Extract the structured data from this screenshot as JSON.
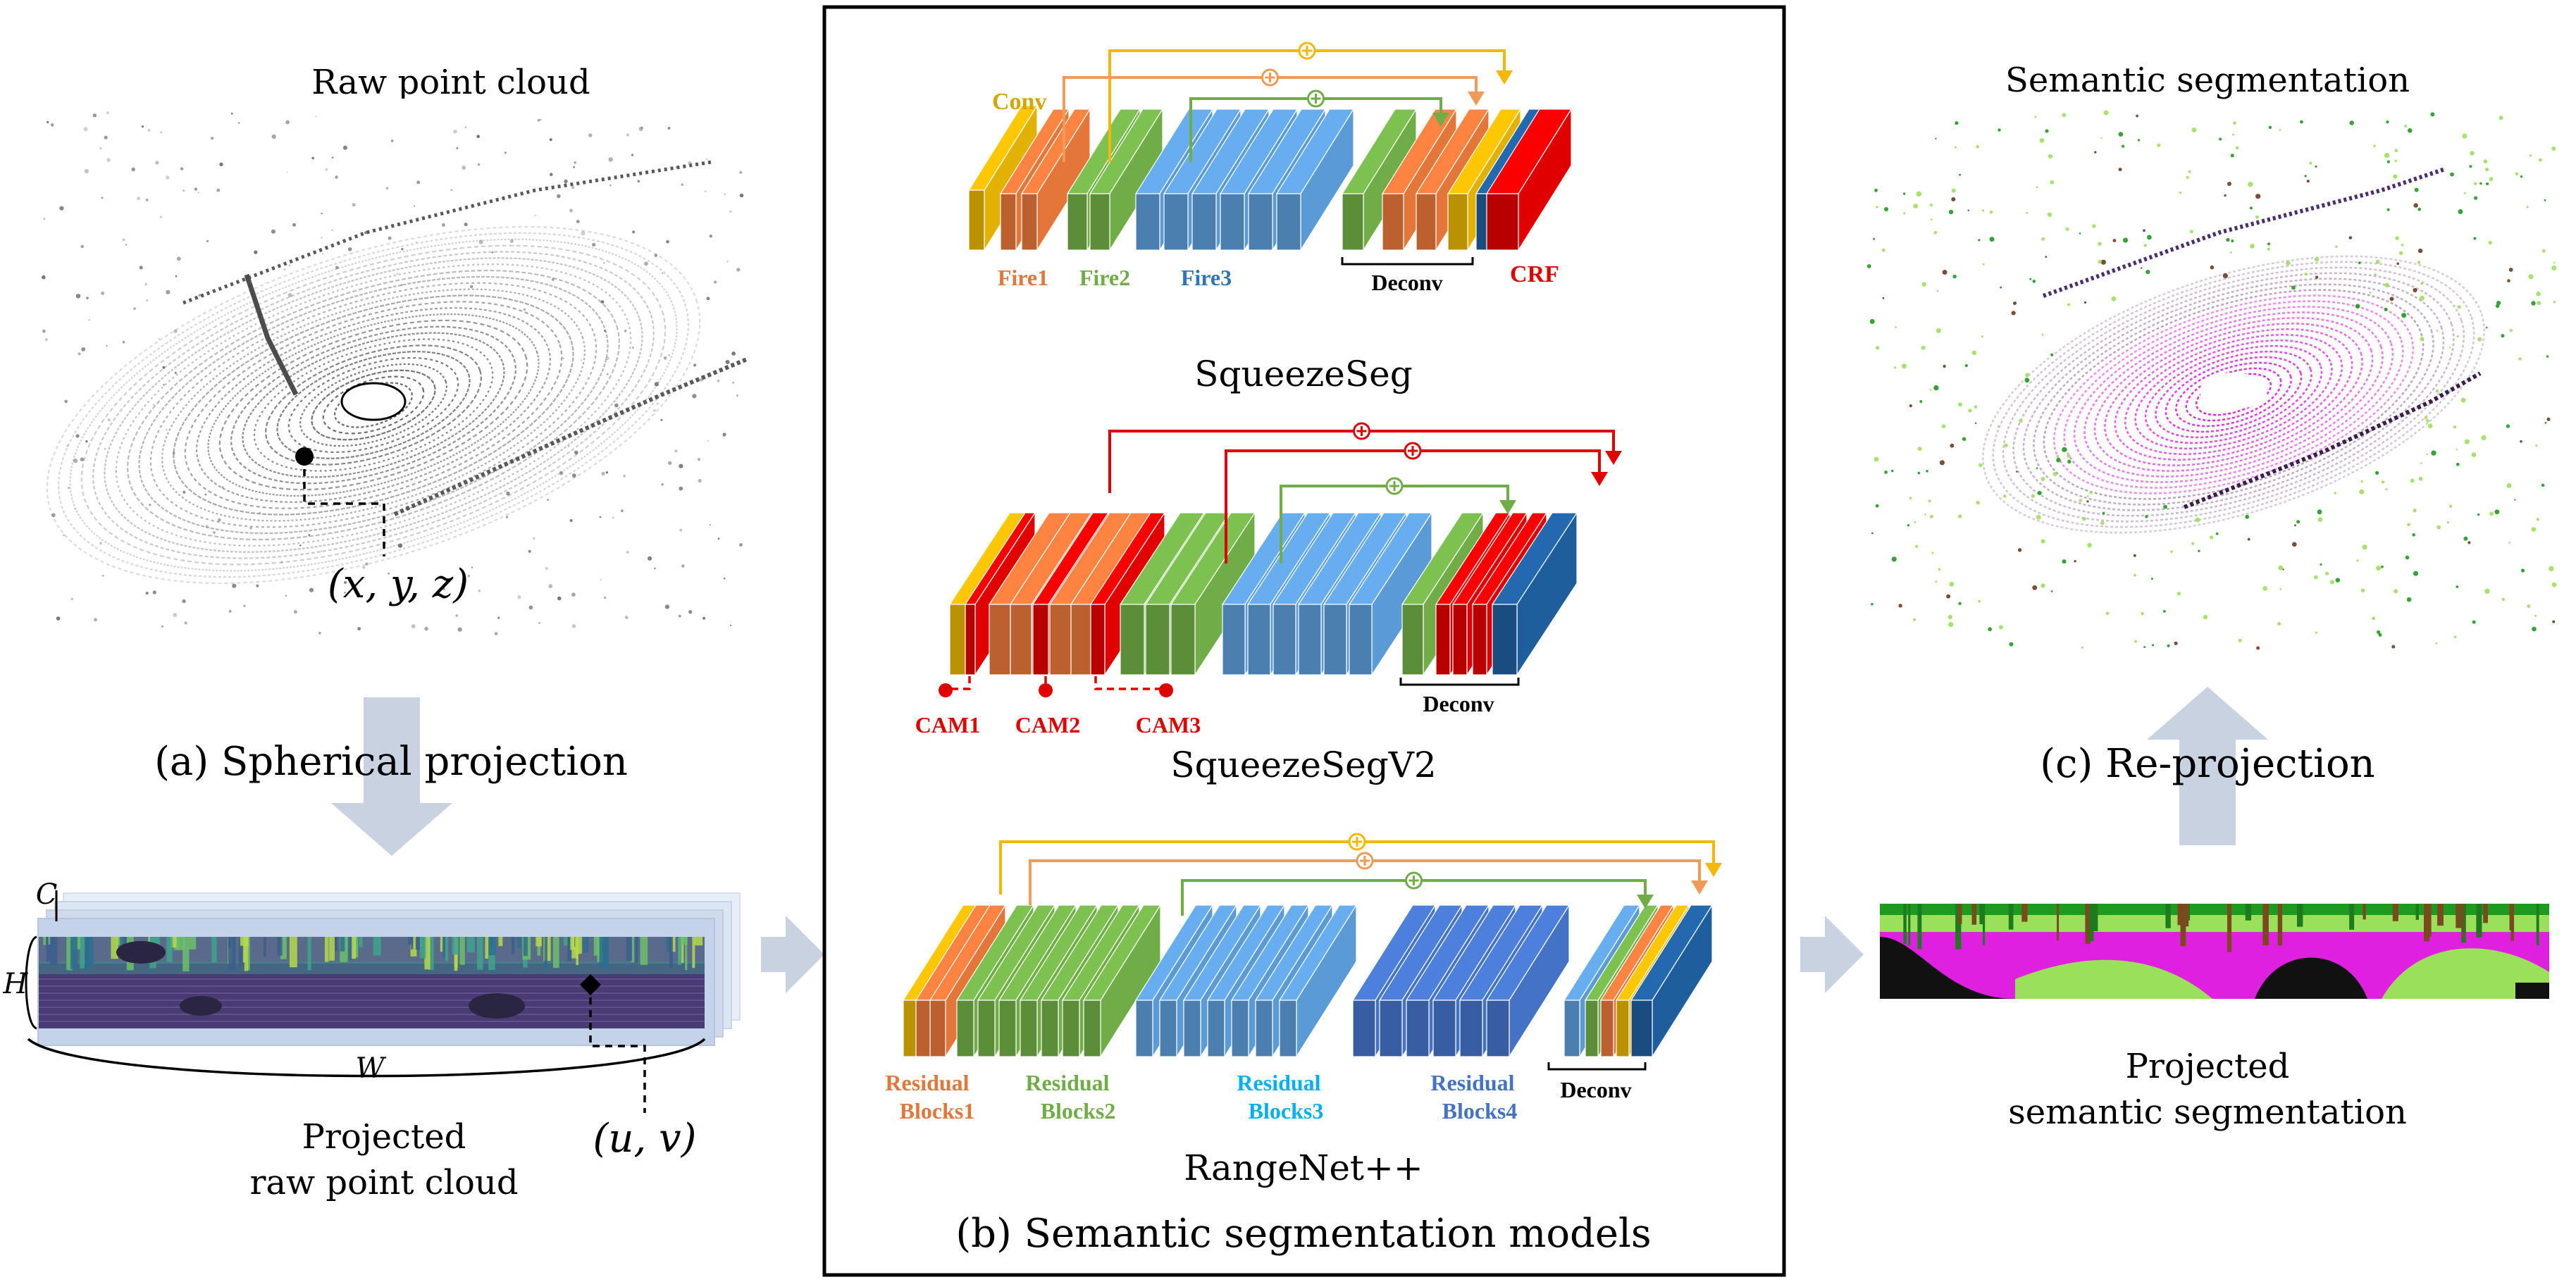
{
  "left": {
    "raw_title": "Raw point cloud",
    "xyz": "(x, y, z)",
    "spherical_caption": "(a) Spherical projection",
    "dim_c": "C",
    "dim_h": "H",
    "dim_w": "W",
    "uv": "(u, v)",
    "proj_caption_l1": "Projected",
    "proj_caption_l2": "raw point cloud"
  },
  "middle": {
    "panel_caption": "(b) Semantic segmentation models",
    "squeezeseg": {
      "name": "SqueezeSeg",
      "conv": "Conv",
      "fire1": "Fire1",
      "fire2": "Fire2",
      "fire3": "Fire3",
      "deconv": "Deconv",
      "crf": "CRF"
    },
    "squeezesegv2": {
      "name": "SqueezeSegV2",
      "cam1": "CAM1",
      "cam2": "CAM2",
      "cam3": "CAM3",
      "deconv": "Deconv"
    },
    "rangenet": {
      "name": "RangeNet++",
      "rb1_l1": "Residual",
      "rb1_l2": "Blocks1",
      "rb2_l1": "Residual",
      "rb2_l2": "Blocks2",
      "rb3_l1": "Residual",
      "rb3_l2": "Blocks3",
      "rb4_l1": "Residual",
      "rb4_l2": "Blocks4",
      "deconv": "Deconv"
    },
    "skip_symbol": "⊕"
  },
  "right": {
    "seg_title": "Semantic segmentation",
    "reproj_caption": "(c) Re-projection",
    "proj_seg_l1": "Projected",
    "proj_seg_l2": "semantic segmentation"
  },
  "colors": {
    "conv": "#E3B200",
    "fire1": "#E4763A",
    "fire2": "#70AD47",
    "fire3": "#5B9BD5",
    "crf": "#E00000",
    "deconv_blue": "#1F5E9C",
    "rb3": "#00B0F0",
    "rb4": "#4472C4",
    "skip_yellow": "#F5B800",
    "skip_orange": "#EF9A57",
    "skip_green": "#70AD47",
    "skip_red": "#E00000",
    "arrow_gray": "#C8D2E0",
    "magenta": "#E020E0",
    "green_light": "#9BE05A",
    "green_dark": "#1E9A1E",
    "purple_range": "#4B2E6E"
  }
}
